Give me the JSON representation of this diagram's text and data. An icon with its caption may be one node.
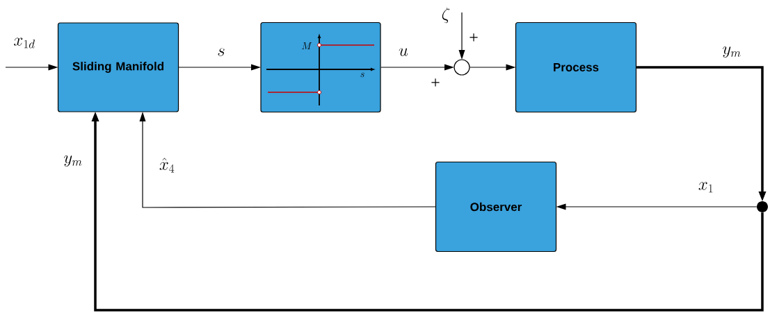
{
  "diagram": {
    "nodes": [
      {
        "text": [
          "Sliding Manifold"
        ]
      },
      {
        "text": [
          "M",
          "s"
        ]
      },
      {
        "text": [],
        "shape": "circle"
      },
      {
        "text": [
          "Process"
        ]
      },
      {
        "text": [
          "Observer"
        ]
      },
      {
        "text": [],
        "shape": "dot"
      }
    ],
    "edges": [
      {
        "from": null,
        "to": 0,
        "arrow": "to",
        "label": "x_{1d}"
      },
      {
        "from": 0,
        "to": 1,
        "arrow": "to",
        "label": "s"
      },
      {
        "from": 1,
        "to": 2,
        "arrow": "to",
        "label": "u"
      },
      {
        "from": null,
        "to": 2,
        "arrow": "to",
        "label": "\\zeta"
      },
      {
        "from": 2,
        "to": 3,
        "arrow": "to"
      },
      {
        "from": 3,
        "to": 5,
        "arrow": "to",
        "label": "y_m",
        "style": "thick"
      },
      {
        "from": 5,
        "to": 4,
        "arrow": "to",
        "label": "x_1"
      },
      {
        "from": 4,
        "to": 0,
        "arrow": "to",
        "label": "\\hat{x}_4"
      },
      {
        "from": 5,
        "to": 0,
        "arrow": "to",
        "label": "y_m",
        "style": "thick"
      }
    ],
    "labels": [
      "+",
      "+"
    ]
  }
}
